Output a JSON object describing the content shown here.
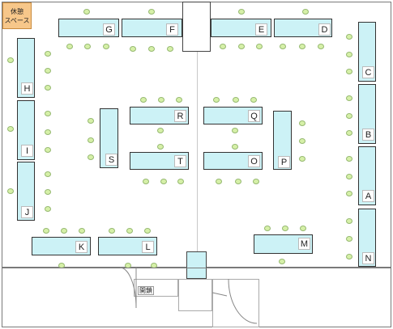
{
  "rest_area": {
    "line1": "休憩",
    "line2": "スペース"
  },
  "opening_label": "開鎖",
  "colors": {
    "table_fill": "#ccf2f6",
    "chair_fill": "#d6f0a8",
    "rest_fill": "#f7c78a"
  },
  "tables": [
    {
      "id": "G"
    },
    {
      "id": "F"
    },
    {
      "id": "E"
    },
    {
      "id": "D"
    },
    {
      "id": "H"
    },
    {
      "id": "I"
    },
    {
      "id": "J"
    },
    {
      "id": "C"
    },
    {
      "id": "B"
    },
    {
      "id": "A"
    },
    {
      "id": "N"
    },
    {
      "id": "R"
    },
    {
      "id": "Q"
    },
    {
      "id": "S"
    },
    {
      "id": "P"
    },
    {
      "id": "T"
    },
    {
      "id": "O"
    },
    {
      "id": "K"
    },
    {
      "id": "L"
    },
    {
      "id": "M"
    }
  ]
}
